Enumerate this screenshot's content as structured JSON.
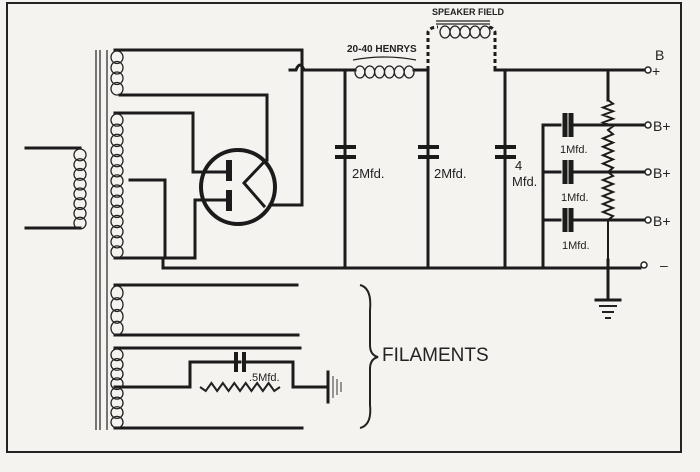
{
  "labels": {
    "speaker_field": "SPEAKER FIELD",
    "choke": "20-40 HENRYS",
    "cap1": "2Mfd.",
    "cap2": "2Mfd.",
    "cap3_num": "4",
    "cap3_unit": "Mfd.",
    "bypass1": "1Mfd.",
    "bypass2": "1Mfd.",
    "bypass3": "1Mfd.",
    "filament_cap": ".5Mfd.",
    "filaments": "FILAMENTS",
    "b_plus_main_b": "B",
    "b_plus_main_plus": "+",
    "b_plus_1": "B+",
    "b_plus_2": "B+",
    "b_plus_3": "B+",
    "minus": "–"
  }
}
